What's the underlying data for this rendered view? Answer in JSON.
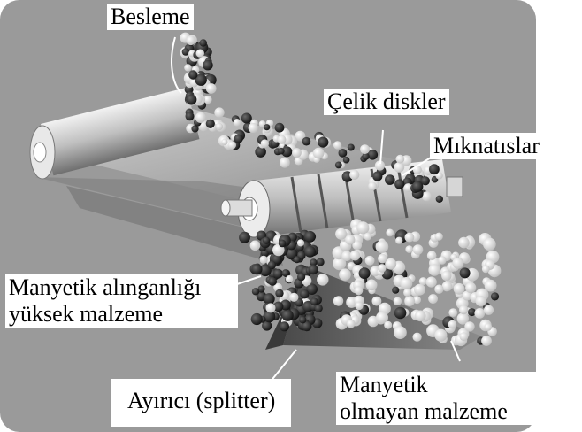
{
  "labels": {
    "feed": "Besleme",
    "steel_discs": "Çelik diskler",
    "magnets": "Mıknatıslar",
    "high_susceptibility_line1": "Manyetik alınganlığı",
    "high_susceptibility_line2": "yüksek malzeme",
    "splitter": "Ayırıcı (splitter)",
    "non_magnetic_line1": "Manyetik",
    "non_magnetic_line2": "olmayan malzeme"
  },
  "colors": {
    "background": "#9a9a9a",
    "dark_particle": "#1e1e1e",
    "light_particle": "#e6e6e6",
    "belt": "#c9c9c9",
    "splitter": "#5e5e5e"
  }
}
